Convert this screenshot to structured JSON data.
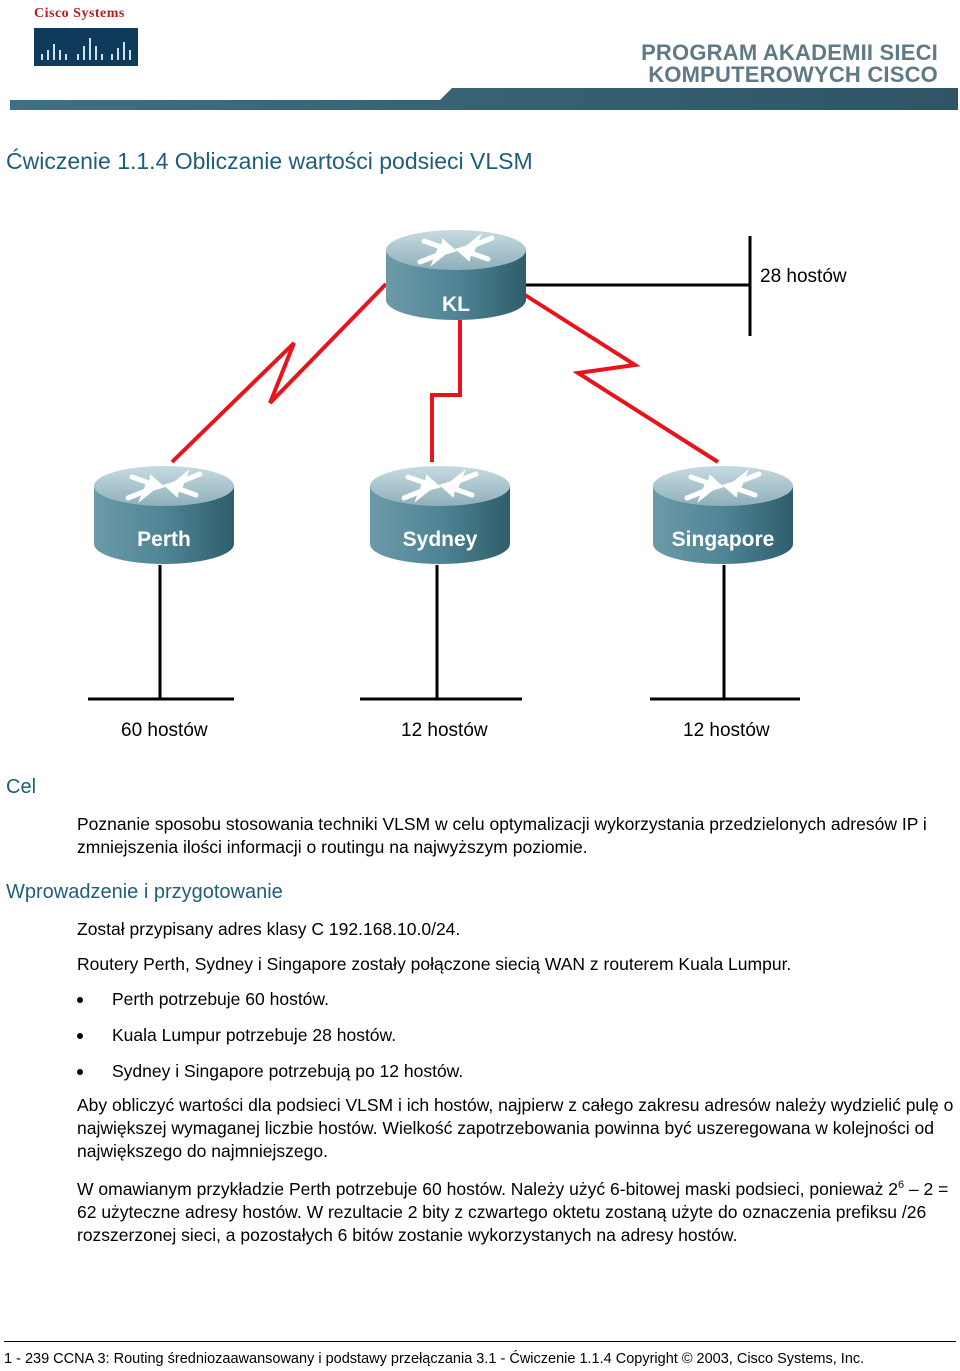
{
  "header": {
    "brand": "Cisco Systems",
    "program_line1": "PROGRAM AKADEMII SIECI",
    "program_line2": "KOMPUTEROWYCH CISCO"
  },
  "title": "Ćwiczenie 1.1.4 Obliczanie wartości podsieci VLSM",
  "diagram": {
    "routers": [
      "KL",
      "Perth",
      "Sydney",
      "Singapore"
    ],
    "lan_labels": {
      "kl": "28 hostów",
      "perth": "60 hostów",
      "sydney": "12 hostów",
      "singapore": "12 hostów"
    },
    "colors": {
      "wan": "#e8141c",
      "router_top": "#a9c4cc",
      "router_side": "#4f8595",
      "lan": "#000000"
    }
  },
  "objective": {
    "heading": "Cel",
    "text": "Poznanie sposobu stosowania techniki VLSM w celu optymalizacji wykorzystania przedzielonych adresów IP i zmniejszenia ilości informacji o routingu na najwyższym poziomie."
  },
  "intro": {
    "heading": "Wprowadzenie i przygotowanie",
    "p1": "Został przypisany adres klasy C 192.168.10.0/24.",
    "p2": "Routery Perth, Sydney i Singapore zostały połączone siecią WAN z routerem Kuala Lumpur.",
    "bullets": [
      "Perth potrzebuje 60 hostów.",
      "Kuala Lumpur potrzebuje 28 hostów.",
      "Sydney i Singapore potrzebują po 12 hostów."
    ],
    "p3": "Aby obliczyć wartości dla podsieci VLSM i ich hostów, najpierw z całego zakresu adresów należy wydzielić pulę o największej wymaganej liczbie hostów. Wielkość zapotrzebowania powinna być uszeregowana w kolejności od największego do najmniejszego.",
    "p4_a": "W omawianym przykładzie Perth potrzebuje 60 hostów. Należy użyć 6-bitowej maski podsieci, ponieważ 2",
    "p4_sup": "6",
    "p4_b": " – 2 = 62 użyteczne adresy hostów. W rezultacie 2 bity z czwartego oktetu zostaną użyte do oznaczenia prefiksu /26 rozszerzonej sieci, a pozostałych 6 bitów zostanie wykorzystanych na adresy hostów."
  },
  "footer": {
    "text": "1 - 239  CCNA 3: Routing średniozaawansowany i podstawy przełączania 3.1 - Ćwiczenie 1.1.4    Copyright © 2003, Cisco Systems, Inc."
  }
}
